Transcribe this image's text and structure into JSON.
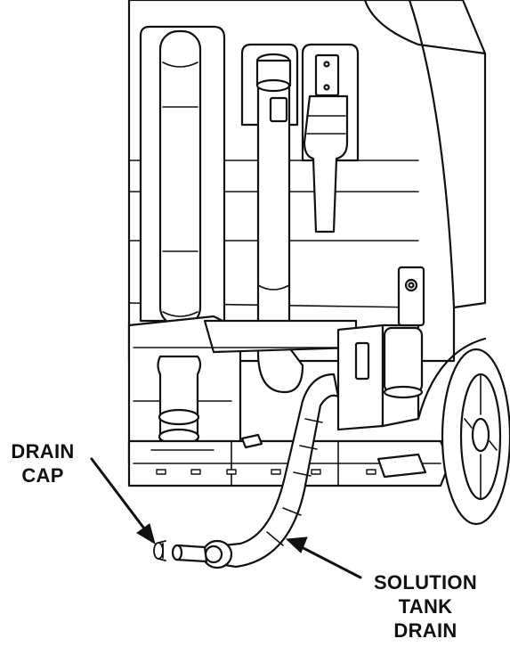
{
  "callouts": {
    "drain_cap": [
      "DRAIN",
      "CAP"
    ],
    "solution_tank_drain": [
      "SOLUTION",
      "TANK",
      "DRAIN"
    ]
  },
  "colors": {
    "line": "#111111",
    "fill": "#ffffff"
  }
}
